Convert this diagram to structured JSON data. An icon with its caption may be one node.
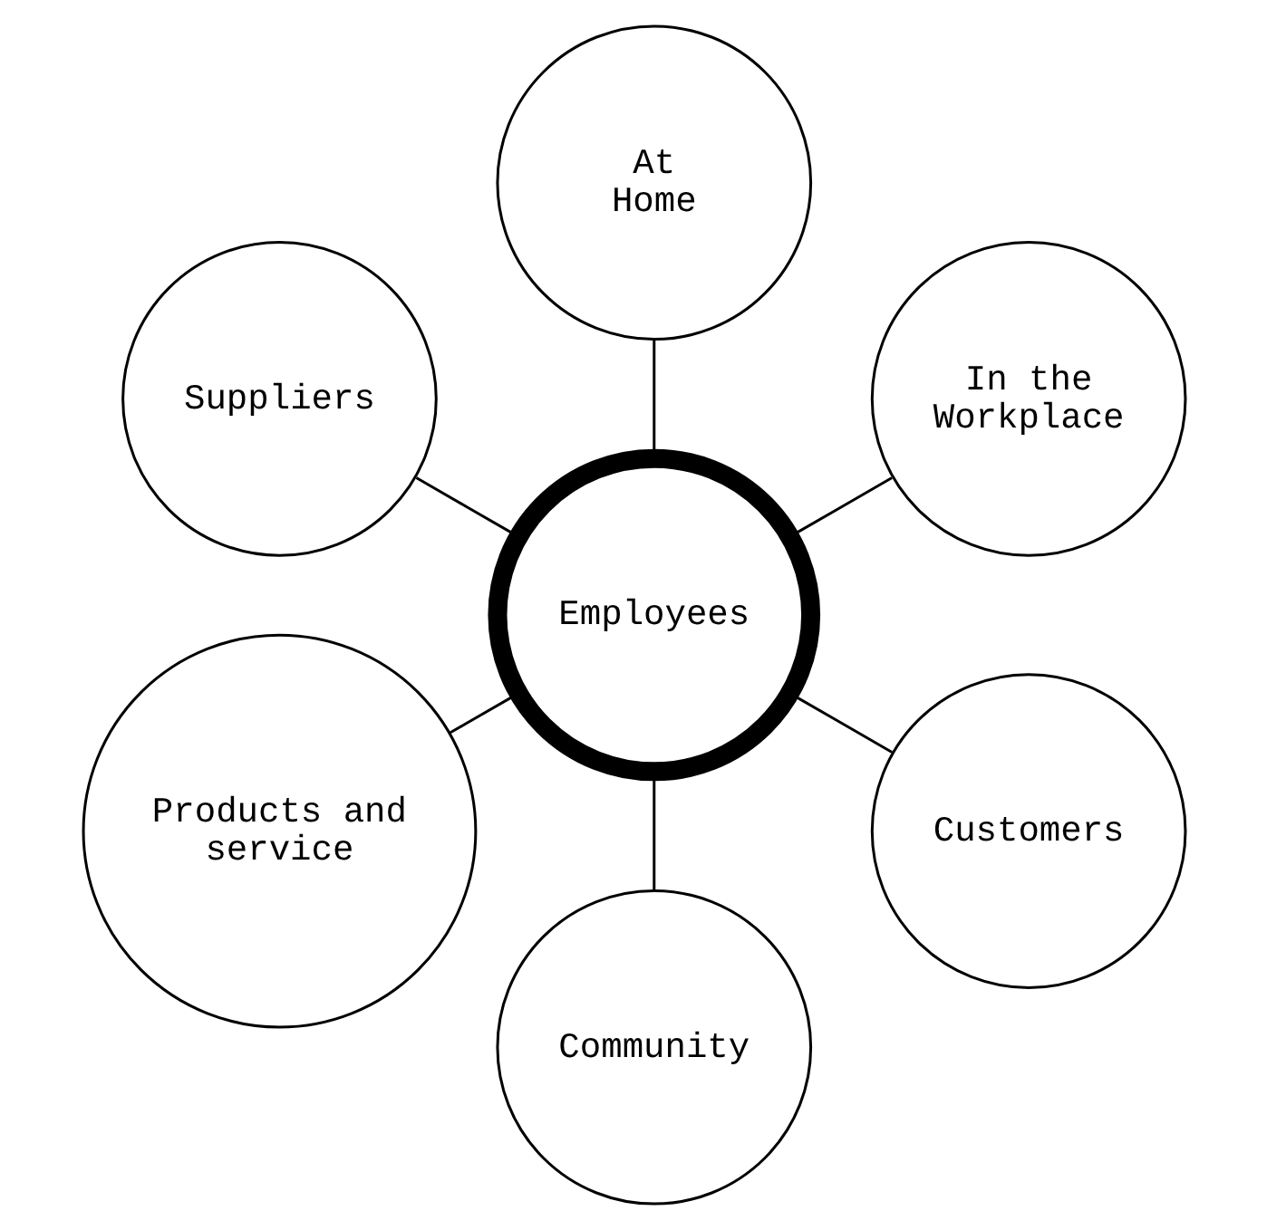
{
  "diagram": {
    "nodes": [
      {
        "text": [
          "In the Workplace"
        ]
      },
      {
        "text": [
          "At Home"
        ]
      },
      {
        "text": [
          "Suppliers"
        ]
      },
      {
        "text": [
          "Employees"
        ]
      },
      {
        "text": [
          "Products and service"
        ]
      },
      {
        "text": [
          "Community"
        ]
      },
      {
        "text": [
          "Customers"
        ]
      }
    ],
    "edges": [
      {
        "from": 3,
        "to": 0,
        "arrow": "none"
      },
      {
        "from": 3,
        "to": 1,
        "arrow": "none"
      },
      {
        "from": 3,
        "to": 2,
        "arrow": "none"
      },
      {
        "from": 3,
        "to": 4,
        "arrow": "none"
      },
      {
        "from": 3,
        "to": 5,
        "arrow": "none"
      },
      {
        "from": 3,
        "to": 6,
        "arrow": "none"
      }
    ]
  }
}
